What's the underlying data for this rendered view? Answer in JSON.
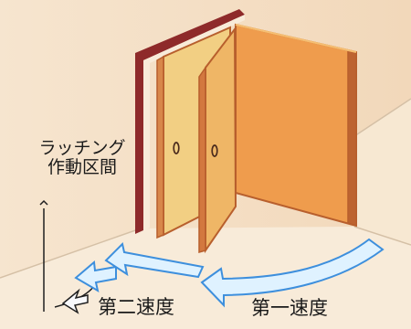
{
  "labels": {
    "latching_section": [
      "ラッチング",
      "作動区間"
    ],
    "second_speed": "第二速度",
    "first_speed": "第一速度"
  },
  "colors": {
    "background": "#f7e8d2",
    "floor": "#f8ebd9",
    "wall_line": "#d5c0a6",
    "frame": "#8e2a2a",
    "leaf_back": "#f2cf83",
    "leaf_middle": "#efb666",
    "leaf_front": "#ef9c4d",
    "leaf_edge": "#b85f2d",
    "arrow_fill": "#dff2ff",
    "arrow_stroke": "#3d8fdd",
    "text": "#1a1a1a"
  }
}
